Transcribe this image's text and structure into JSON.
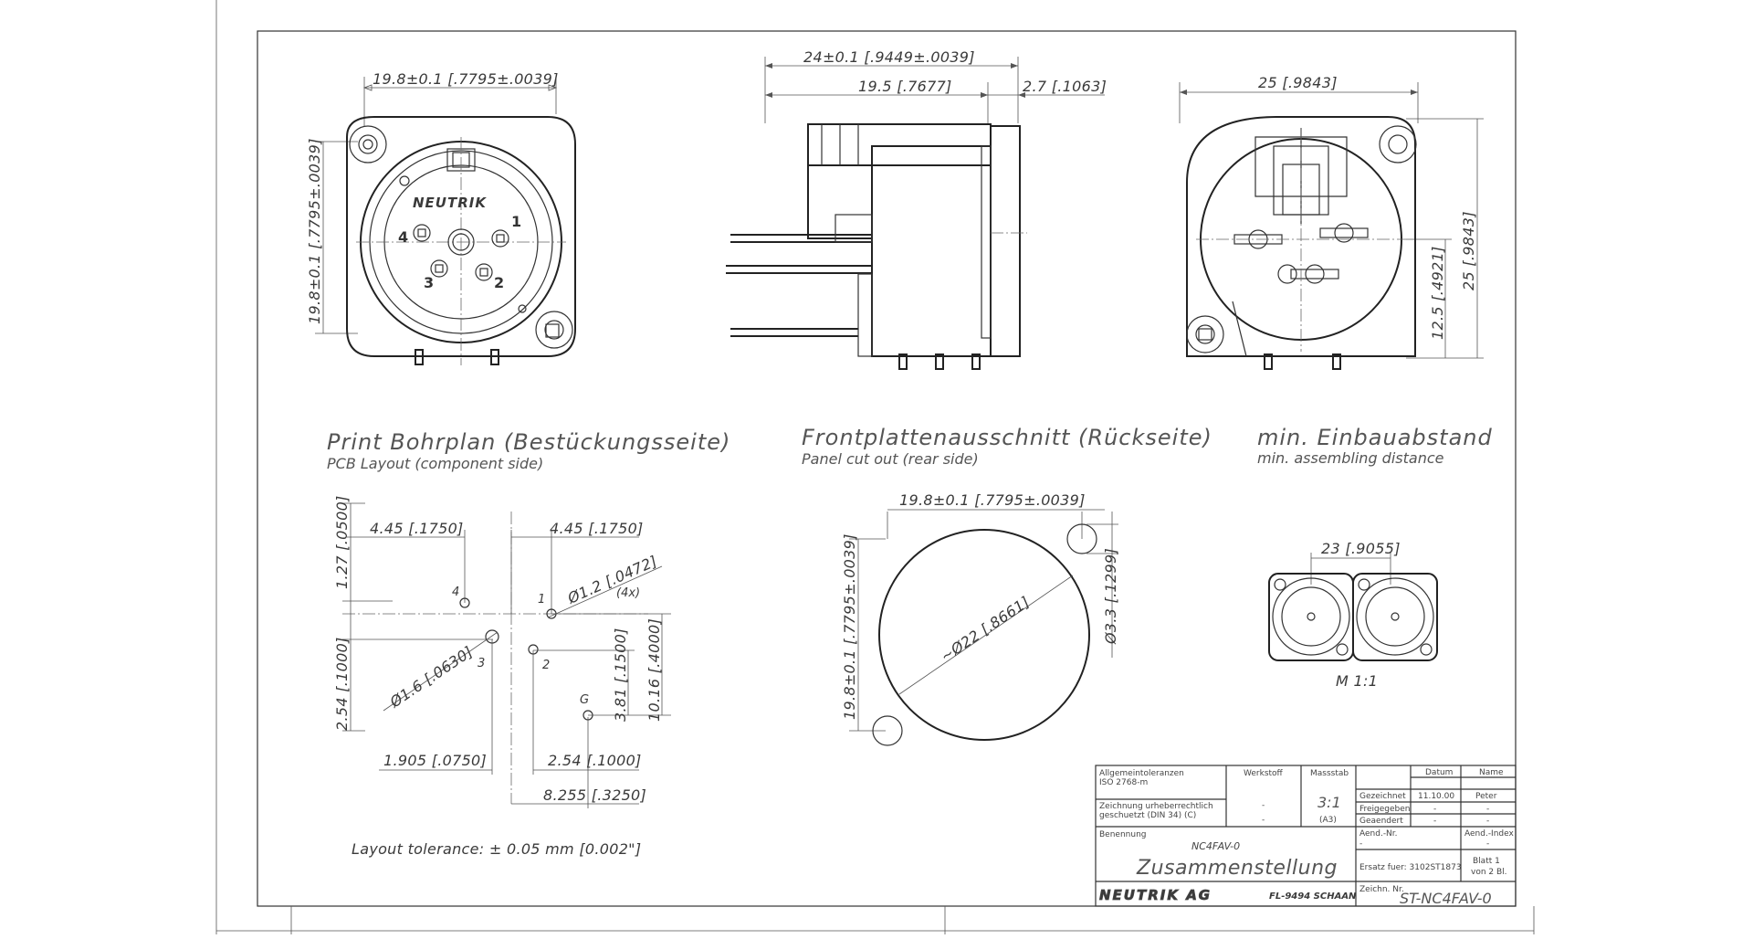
{
  "drawing": {
    "front_view": {
      "dim_width": "19.8±0.1 [.7795±.0039]",
      "dim_height": "19.8±0.1 [.7795±.0039]",
      "logo": "NEUTRIK",
      "pins": [
        "1",
        "2",
        "3",
        "4"
      ]
    },
    "side_view": {
      "dim_total": "24±0.1 [.9449±.0039]",
      "dim_body": "19.5 [.7677]",
      "dim_flange": "2.7 [.1063]"
    },
    "rear_view": {
      "dim_width": "25 [.9843]",
      "dim_height": "25 [.9843]",
      "dim_half": "12.5 [.4921]"
    },
    "pcb_layout": {
      "title": "Print Bohrplan (Bestückungsseite)",
      "subtitle": "PCB Layout (component side)",
      "dims": {
        "d1": "4.45 [.1750]",
        "d2": "4.45 [.1750]",
        "d3": "1.27 [.0500]",
        "d4": "2.54 [.1000]",
        "d5": "Ø1.2 [.0472]",
        "d5_note": "(4x)",
        "d6": "Ø1.6 [.0630]",
        "d7": "10.16 [.4000]",
        "d8": "3.81 [.1500]",
        "d9": "1.905 [.0750]",
        "d10": "2.54 [.1000]",
        "d11": "8.255 [.3250]"
      },
      "hole_labels": [
        "4",
        "1",
        "3",
        "2",
        "G"
      ],
      "tolerance": "Layout tolerance: ± 0.05 mm [0.002\"]"
    },
    "panel_cutout": {
      "title": "Frontplattenausschnitt (Rückseite)",
      "subtitle": "Panel cut out (rear side)",
      "dim_width": "19.8±0.1 [.7795±.0039]",
      "dim_height": "19.8±0.1 [.7795±.0039]",
      "dim_diameter": "~Ø22 [.8661]",
      "dim_hole": "Ø3.3 [.1299]"
    },
    "min_distance": {
      "title": "min. Einbauabstand",
      "subtitle": "min. assembling distance",
      "dim": "23 [.9055]",
      "scale": "M 1:1"
    }
  },
  "title_block": {
    "tolerances_label": "Allgemeintoleranzen",
    "tolerances_value": "ISO 2768-m",
    "copyright_line1": "Zeichnung urheberrechtlich",
    "copyright_line2": "geschuetzt (DIN 34) (C)",
    "material_label": "Werkstoff",
    "material_value": "-",
    "material_value2": "-",
    "scale_label": "Massstab",
    "scale_value": "3:1",
    "scale_format": "(A3)",
    "date_header": "Datum",
    "name_header": "Name",
    "rows": [
      {
        "label": "Gezeichnet",
        "date": "11.10.00",
        "name": "Peter"
      },
      {
        "label": "Freigegeben",
        "date": "-",
        "name": "-"
      },
      {
        "label": "Geaendert",
        "date": "-",
        "name": "-"
      }
    ],
    "designation_label": "Benennung",
    "designation_value": "NC4FAV-0",
    "designation_title": "Zusammenstellung",
    "change_no_label": "Aend.-Nr.",
    "change_no_value": "-",
    "change_index_label": "Aend.-Index",
    "change_index_value": "-",
    "replacement": "Ersatz fuer: 3102ST1873",
    "sheet_line1": "Blatt 1",
    "sheet_line2": "von 2 Bl.",
    "company": "NEUTRIK AG",
    "location": "FL-9494 SCHAAN",
    "drawing_no_label": "Zeichn. Nr.",
    "drawing_no_value": "ST-NC4FAV-0"
  }
}
